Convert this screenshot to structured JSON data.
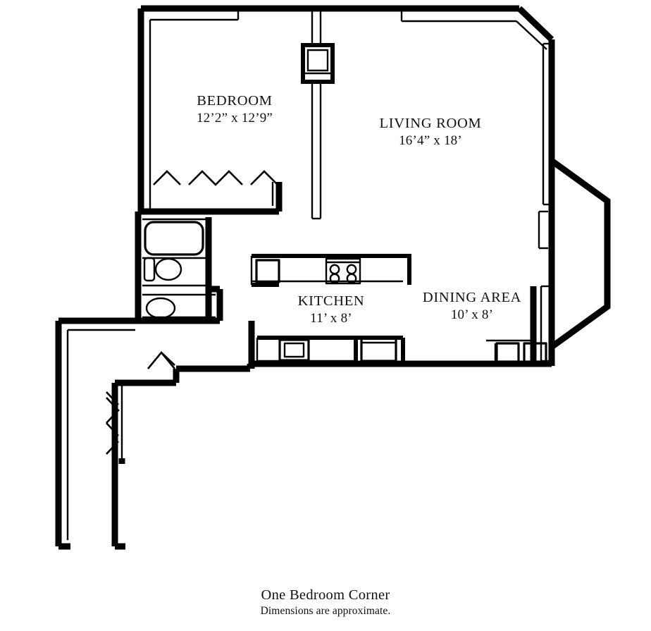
{
  "document": {
    "type": "floor-plan",
    "caption_title": "One Bedroom Corner",
    "caption_subtitle": "Dimensions are approximate.",
    "background_color": "#ffffff",
    "line_color": "#000000"
  },
  "rooms": [
    {
      "id": "bedroom",
      "name": "BEDROOM",
      "dimensions": "12’2” x 12’9”",
      "width_ft": "12'2\"",
      "length_ft": "12'9\""
    },
    {
      "id": "living-room",
      "name": "LIVING ROOM",
      "dimensions": "16’4” x 18’",
      "width_ft": "16'4\"",
      "length_ft": "18'"
    },
    {
      "id": "kitchen",
      "name": "KITCHEN",
      "dimensions": "11’ x 8’",
      "width_ft": "11'",
      "length_ft": "8'"
    },
    {
      "id": "dining-area",
      "name": "DINING AREA",
      "dimensions": "10’ x 8’",
      "width_ft": "10'",
      "length_ft": "8'"
    }
  ],
  "fixtures": [
    {
      "id": "bathtub",
      "label": "bathtub",
      "room": "bathroom"
    },
    {
      "id": "toilet",
      "label": "toilet",
      "room": "bathroom"
    },
    {
      "id": "vanity-sink",
      "label": "vanity sink",
      "room": "bathroom"
    },
    {
      "id": "refrigerator",
      "label": "refrigerator",
      "room": "kitchen"
    },
    {
      "id": "cooktop",
      "label": "four burner cooktop",
      "room": "kitchen"
    },
    {
      "id": "kitchen-sink",
      "label": "kitchen sink",
      "room": "kitchen"
    },
    {
      "id": "dishwasher",
      "label": "dishwasher",
      "room": "kitchen"
    },
    {
      "id": "radiator-left",
      "label": "radiator",
      "room": "dining-area"
    },
    {
      "id": "radiator-right",
      "label": "radiator",
      "room": "dining-area"
    }
  ],
  "features": [
    {
      "id": "bay-window",
      "label": "bay window",
      "room": "living-room"
    },
    {
      "id": "window-bedroom-north",
      "label": "window",
      "room": "bedroom"
    },
    {
      "id": "window-living-north",
      "label": "window",
      "room": "living-room"
    },
    {
      "id": "window-living-east-upper",
      "label": "window",
      "room": "living-room"
    },
    {
      "id": "window-living-east-lower",
      "label": "window",
      "room": "dining-area"
    },
    {
      "id": "closet-bedroom",
      "label": "bedroom closet with bi-fold doors",
      "room": "bedroom"
    },
    {
      "id": "closet-entry",
      "label": "entry closet with bi-fold doors",
      "room": "entry"
    },
    {
      "id": "entry-door",
      "label": "entry door",
      "room": "entry"
    },
    {
      "id": "column-partition",
      "label": "partition column",
      "room": "living-room"
    }
  ]
}
